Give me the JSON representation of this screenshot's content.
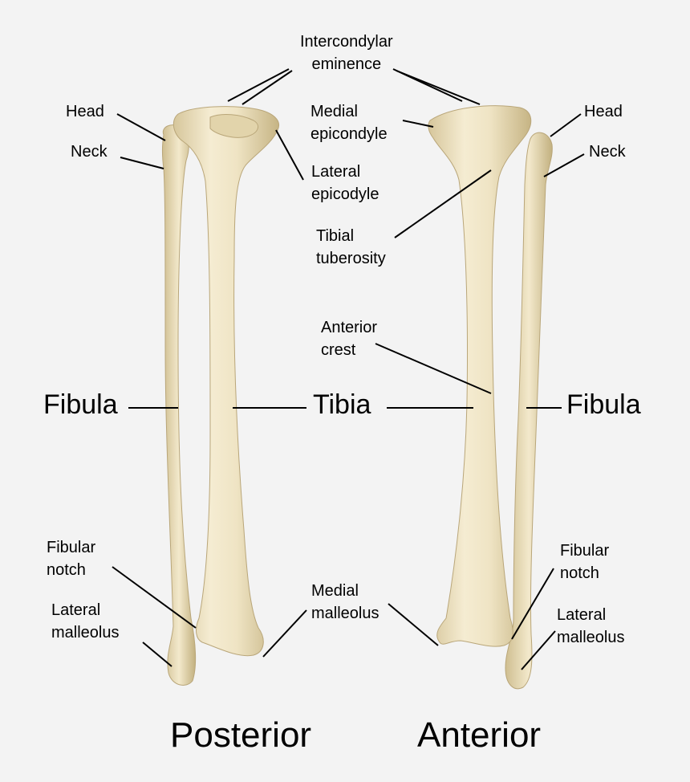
{
  "colors": {
    "background": "#f3f3f3",
    "bone": "#ece0bd",
    "bone_shadow": "#c9b88c",
    "line": "#000000"
  },
  "views": {
    "posterior": "Posterior",
    "anterior": "Anterior"
  },
  "labels": {
    "intercondylar_eminence": [
      "Intercondylar",
      "eminence"
    ],
    "head_left": "Head",
    "neck_left": "Neck",
    "head_right": "Head",
    "neck_right": "Neck",
    "medial_epicondyle": [
      "Medial",
      "epicondyle"
    ],
    "lateral_epicodyle": [
      "Lateral",
      "epicodyle"
    ],
    "tibial_tuberosity": [
      "Tibial",
      "tuberosity"
    ],
    "anterior_crest": [
      "Anterior",
      "crest"
    ],
    "fibula_left": "Fibula",
    "tibia": "Tibia",
    "fibula_right": "Fibula",
    "fibular_notch_left": [
      "Fibular",
      "notch"
    ],
    "lateral_malleolus_left": [
      "Lateral",
      "malleolus"
    ],
    "medial_malleolus": [
      "Medial",
      "malleolus"
    ],
    "fibular_notch_right": [
      "Fibular",
      "notch"
    ],
    "lateral_malleolus_right": [
      "Lateral",
      "malleolus"
    ]
  }
}
